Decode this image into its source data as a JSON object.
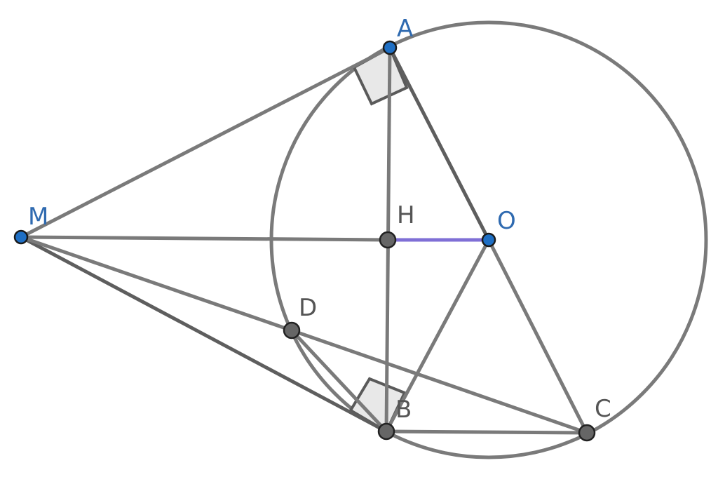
{
  "diagram": {
    "labels": {
      "A": "A",
      "M": "M",
      "H": "H",
      "O": "O",
      "D": "D",
      "B": "B",
      "C": "C"
    },
    "colors": {
      "line": "#7a7a7a",
      "accent_segment": "#7f6fd6",
      "free_point": "#1f6fc4",
      "dependent_point": "#666666",
      "right_angle_fill": "#e8e8e8",
      "label_free": "#2f6ab0",
      "label_dependent": "#555555"
    }
  }
}
